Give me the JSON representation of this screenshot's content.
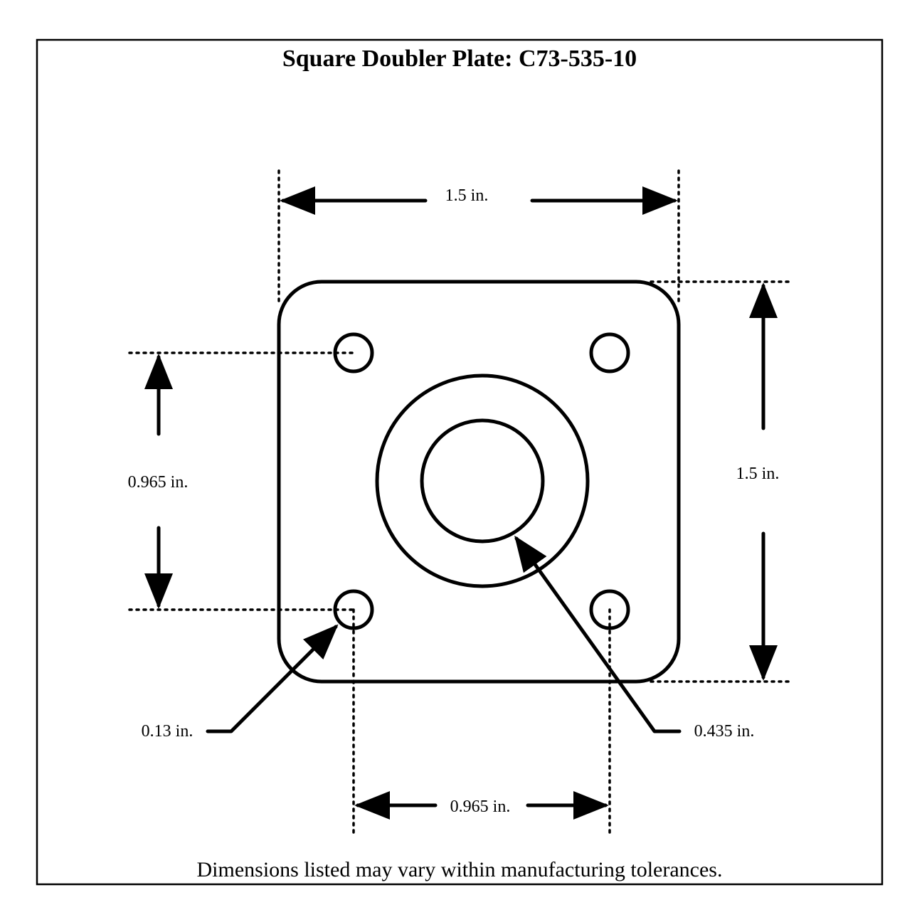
{
  "title": "Square Doubler Plate: C73-535-10",
  "dimensions": {
    "overall_width": "1.5 in.",
    "overall_height": "1.5 in.",
    "hole_spacing_vertical": "0.965 in.",
    "hole_spacing_horizontal": "0.965 in.",
    "small_hole_diameter": "0.13 in.",
    "center_hole_diameter": "0.435 in."
  },
  "footnote": "Dimensions listed may vary within manufacturing tolerances."
}
